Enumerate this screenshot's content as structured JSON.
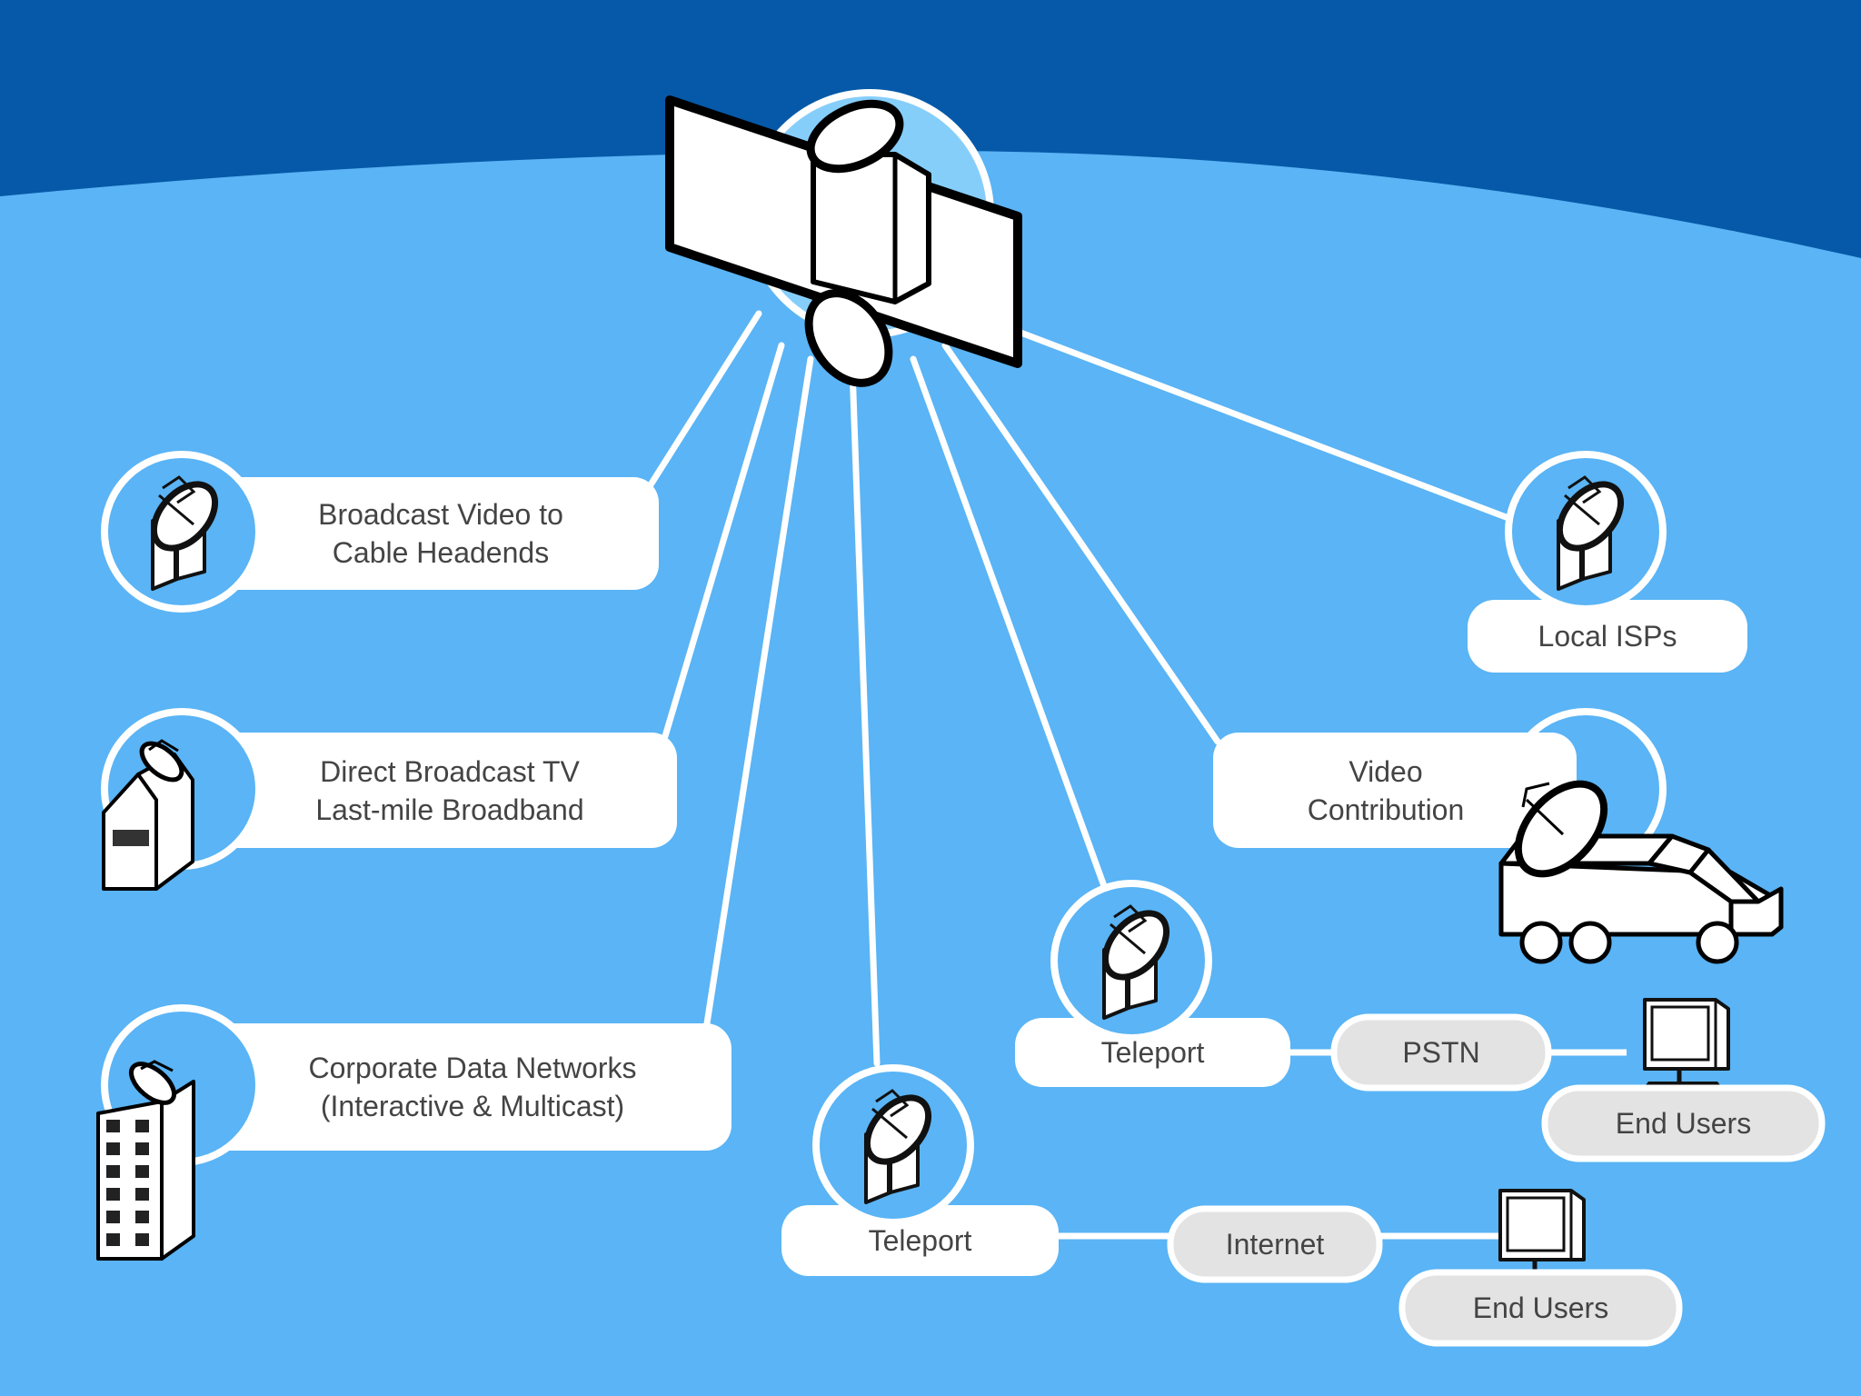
{
  "colors": {
    "sky_dark": "#0659A8",
    "sky_light": "#5AB4F5",
    "halo": "#86CEFA",
    "node_fill": "#FFFFFF",
    "ground_fill": "#E3E3E3",
    "line": "#FFFFFF",
    "icon_stroke": "#111111",
    "text": "#444444"
  },
  "center": {
    "icon": "satellite-icon"
  },
  "nodes": [
    {
      "id": "cable-headends",
      "label": "Broadcast Video to\nCable Headends",
      "icon": "satellite-dish-icon"
    },
    {
      "id": "direct-broadcast",
      "label": "Direct Broadcast TV\nLast-mile Broadband",
      "icon": "house-with-dish-icon"
    },
    {
      "id": "corporate-data",
      "label": "Corporate Data Networks\n(Interactive & Multicast)",
      "icon": "office-building-with-dish-icon"
    },
    {
      "id": "teleport-lower",
      "label": "Teleport",
      "icon": "satellite-dish-icon"
    },
    {
      "id": "teleport-upper",
      "label": "Teleport",
      "icon": "satellite-dish-icon"
    },
    {
      "id": "video-contribution",
      "label": "Video\nContribution",
      "icon": "satellite-truck-icon"
    },
    {
      "id": "local-isps",
      "label": "Local ISPs",
      "icon": "satellite-dish-icon"
    }
  ],
  "ground_links": [
    {
      "id": "pstn",
      "label": "PSTN",
      "from": "teleport-upper",
      "to": "end-users-upper"
    },
    {
      "id": "internet",
      "label": "Internet",
      "from": "teleport-lower",
      "to": "end-users-lower"
    }
  ],
  "end_users": [
    {
      "id": "end-users-upper",
      "label": "End Users",
      "icon": "computer-monitor-icon"
    },
    {
      "id": "end-users-lower",
      "label": "End Users",
      "icon": "computer-monitor-icon"
    }
  ]
}
